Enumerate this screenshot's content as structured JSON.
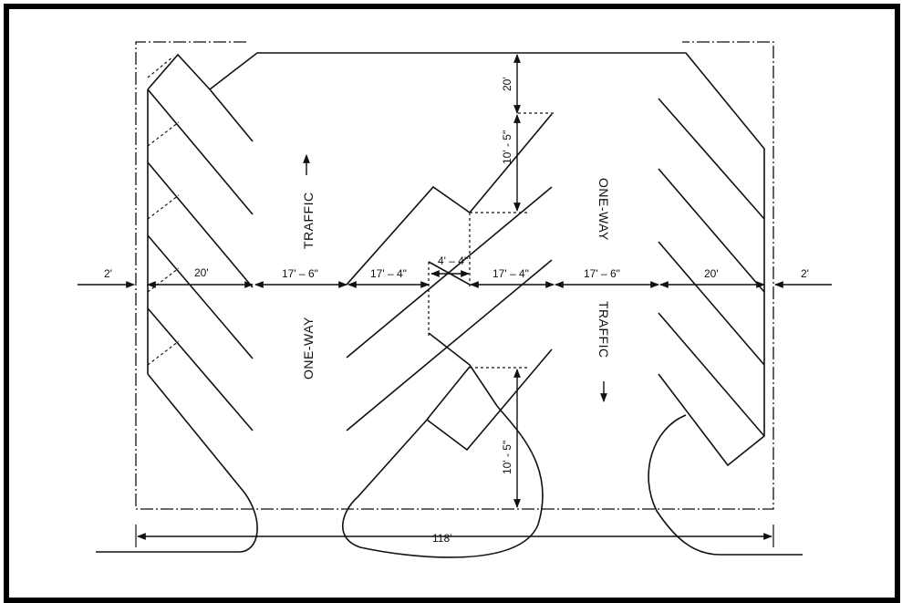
{
  "labels": {
    "traffic_left": "TRAFFIC",
    "traffic_right": "TRAFFIC",
    "oneway_left": "ONE-WAY",
    "oneway_right": "ONE-WAY"
  },
  "dimensions": {
    "clear_left": "2'",
    "clear_right": "2'",
    "stall_left": "20'",
    "aisle_left": "17' – 6\"",
    "stall_center_left": "17' – 4\"",
    "overlap": "4' – 4\"",
    "stall_center_right": "17' – 4\"",
    "aisle_right": "17' – 6\"",
    "stall_right": "20'",
    "top_aisle": "20'",
    "top_offset": "10' - 5\"",
    "bottom_offset": "10' - 5\"",
    "total_width": "118'"
  }
}
